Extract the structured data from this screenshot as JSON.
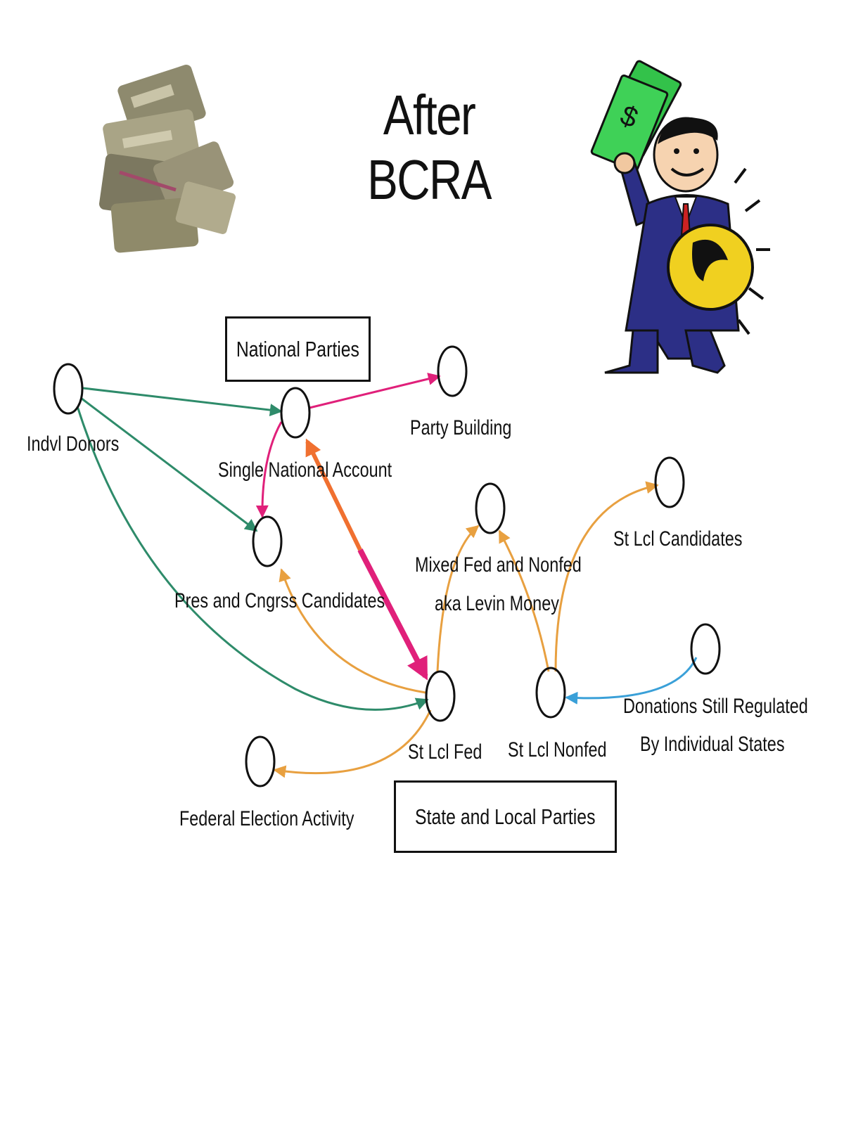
{
  "title": "After BCRA",
  "groups": {
    "national_parties": "National Parties",
    "state_local_parties": "State and Local Parties"
  },
  "nodes": {
    "indvl_donors": "Indvl Donors",
    "single_national_account": "Single National Account",
    "party_building": "Party Building",
    "pres_cngrss_candidates": "Pres and Cngrss Candidates",
    "mixed_fed_nonfed_line1": "Mixed Fed and Nonfed",
    "mixed_fed_nonfed_line2": "aka Levin Money",
    "st_lcl_candidates": "St Lcl Candidates",
    "st_lcl_fed": "St Lcl Fed",
    "st_lcl_nonfed": "St Lcl Nonfed",
    "donations_line1": "Donations Still Regulated",
    "donations_line2": "By Individual States",
    "federal_election_activity": "Federal Election Activity"
  },
  "colors": {
    "green": "#2e8b6a",
    "pink": "#e0207a",
    "orange": "#e8a040",
    "blue": "#3aa0d8",
    "darkorange": "#f07030"
  },
  "icons": [
    "money-stack-icon",
    "businessman-with-money-icon"
  ]
}
